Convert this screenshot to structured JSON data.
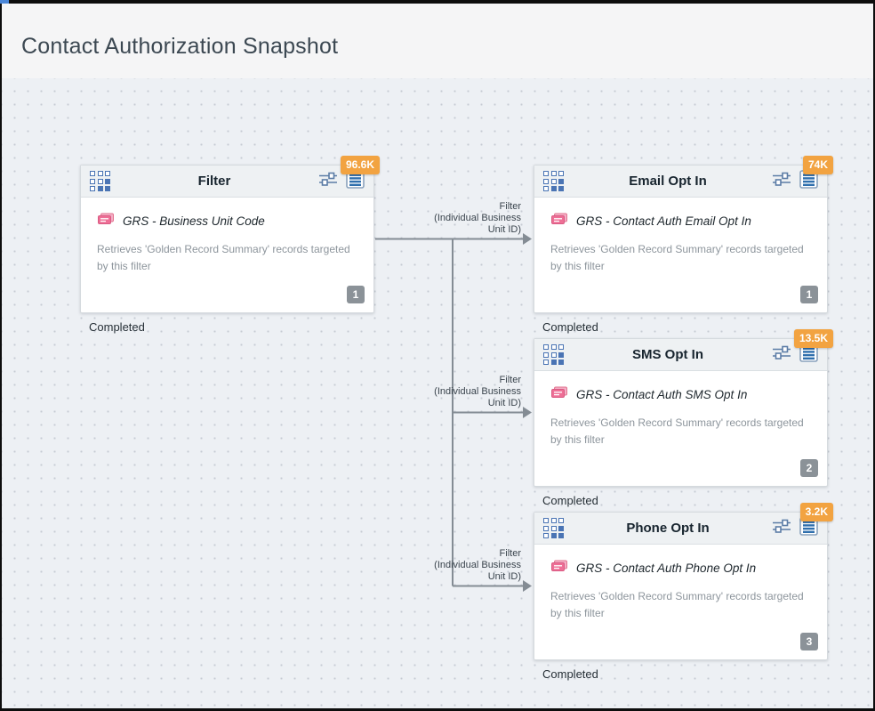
{
  "window": {
    "title": "Contact Authorization Snapshot"
  },
  "colors": {
    "count_badge": "#f2a341",
    "grid_icon_blue": "#4a74b4",
    "list_icon_blue": "#2f6fad",
    "source_icon_pink": "#ee6f96",
    "wire_gray": "#848c94",
    "canvas_bg": "#edf0f4",
    "header_bg": "#f5f5f6",
    "step_badge_gray": "#8b9298"
  },
  "icons": {
    "node_type": "grid-icon",
    "configure": "sliders-icon",
    "log": "list-lines-icon",
    "source": "data-extension-icon"
  },
  "nodes": [
    {
      "title": "Filter",
      "count": "96.6K",
      "source": "GRS - Business Unit Code",
      "description": "Retrieves 'Golden Record Summary' records targeted by this filter",
      "step": "1",
      "status": "Completed"
    },
    {
      "title": "Email Opt In",
      "count": "74K",
      "source": "GRS - Contact Auth Email Opt In",
      "description": "Retrieves 'Golden Record Summary' records targeted by this filter",
      "step": "1",
      "status": "Completed"
    },
    {
      "title": "SMS Opt In",
      "count": "13.5K",
      "source": "GRS - Contact Auth SMS Opt In",
      "description": "Retrieves 'Golden Record Summary' records targeted by this filter",
      "step": "2",
      "status": "Completed"
    },
    {
      "title": "Phone Opt In",
      "count": "3.2K",
      "source": "GRS - Contact Auth Phone Opt In",
      "description": "Retrieves 'Golden Record Summary' records targeted by this filter",
      "step": "3",
      "status": "Completed"
    }
  ],
  "connectors": [
    {
      "lines": [
        "Filter",
        "(Individual Business",
        "Unit ID)"
      ]
    },
    {
      "lines": [
        "Filter",
        "(Individual Business",
        "Unit ID)"
      ]
    },
    {
      "lines": [
        "Filter",
        "(Individual Business",
        "Unit ID)"
      ]
    }
  ]
}
